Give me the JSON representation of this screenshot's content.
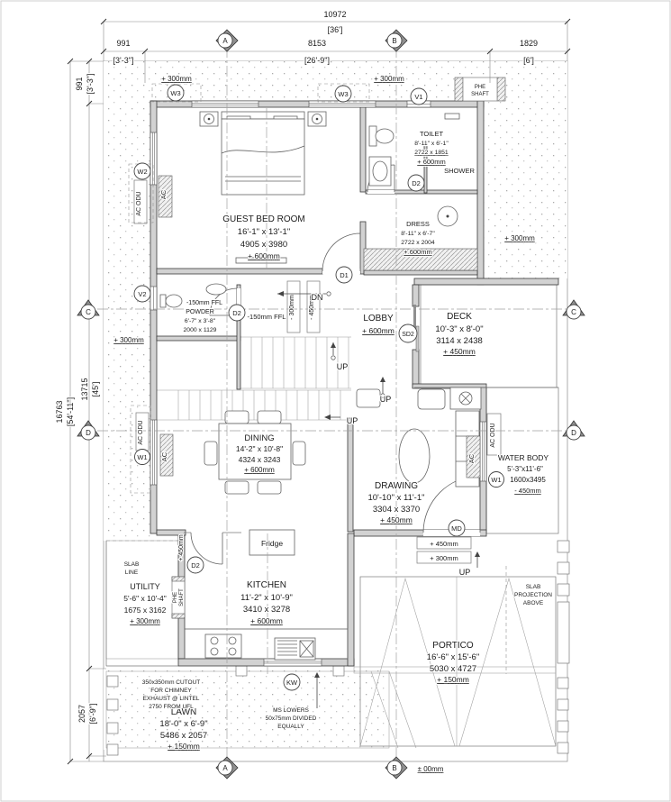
{
  "dims": {
    "top_overall_mm": "10972",
    "top_overall_ft": "[36']",
    "seg1_mm": "991",
    "seg1_ft": "[3'-3\"]",
    "seg2_mm": "8153",
    "seg2_ft": "[26'-9\"]",
    "seg3_mm": "1829",
    "seg3_ft": "[6']",
    "left_overall_mm": "16763",
    "left_overall_ft": "[54'-11\"]",
    "lseg1_mm": "991",
    "lseg1_ft": "[3'-3\"]",
    "lseg2_mm": "13715",
    "lseg2_ft": "[45']",
    "lseg3_mm": "2057",
    "lseg3_ft": "[6'-9\"]",
    "datum": "± 00mm"
  },
  "rooms": {
    "guest_bed": {
      "name": "GUEST BED ROOM",
      "ft": "16'-1\" x 13'-1\"",
      "mm": "4905 x 3980",
      "level": "+ 600mm"
    },
    "toilet": {
      "name": "TOILET",
      "ft": "8'-11\" x 6'-1\"",
      "mm": "2722 x 1851",
      "level": "+ 600mm"
    },
    "shower": {
      "name": "SHOWER"
    },
    "dress": {
      "name": "DRESS",
      "ft": "8'-11\" x 6'-7\"",
      "mm": "2722 x 2004",
      "level": "+ 600mm"
    },
    "powder": {
      "name": "POWDER",
      "ft": "6'-7\" x 3'-8\"",
      "mm": "2000 x 1129",
      "ffl": "-150mm FFL"
    },
    "lobby": {
      "name": "LOBBY",
      "level": "+ 600mm"
    },
    "deck": {
      "name": "DECK",
      "ft": "10'-3\" x 8'-0\"",
      "mm": "3114 x 2438",
      "level": "+ 450mm"
    },
    "dining": {
      "name": "DINING",
      "ft": "14'-2\" x 10'-8\"",
      "mm": "4324 x 3243",
      "level": "+ 600mm"
    },
    "drawing": {
      "name": "DRAWING",
      "ft": "10'-10\" x 11'-1\"",
      "mm": "3304 x 3370",
      "level": "+ 450mm"
    },
    "water_body": {
      "name": "WATER BODY",
      "ft": "5'-3\"x11'-6\"",
      "mm": "1600x3495",
      "level": "- 450mm"
    },
    "kitchen": {
      "name": "KITCHEN",
      "ft": "11'-2\" x 10'-9\"",
      "mm": "3410 x 3278",
      "level": "+ 600mm"
    },
    "utility": {
      "name": "UTILITY",
      "ft": "5'-6\" x 10'-4\"",
      "mm": "1675 x 3162",
      "level": "+ 300mm"
    },
    "lawn": {
      "name": "LAWN",
      "ft": "18'-0\" x 6'-9\"",
      "mm": "5486 x 2057",
      "level": "+ 150mm"
    },
    "portico": {
      "name": "PORTICO",
      "ft": "16'-6\" x 15'-6\"",
      "mm": "5030 x 4727",
      "level": "+ 150mm"
    }
  },
  "levels": {
    "plus300": "+ 300mm",
    "plus450": "+ 450mm",
    "minus300": "- 300mm",
    "minus450": "- 450mm"
  },
  "labels": {
    "ac": "AC",
    "ac_odu": "AC ODU",
    "phe": "PHE",
    "shaft": "SHAFT",
    "fridge": "Fridge",
    "up": "UP",
    "dn": "DN",
    "ffl": "-150mm FFL",
    "slab": "SLAB",
    "line": "LINE",
    "projection": "PROJECTION",
    "above": "ABOVE",
    "ms1": "MS LOWERS",
    "ms2": "50x75mm DIVIDED",
    "ms3": "EQUALLY",
    "ch1": "350x350mm CUTOUT",
    "ch2": "FOR CHIMNEY",
    "ch3": "EXHAUST @ LINTEL",
    "ch4": "2750 FROM UFL"
  },
  "openings": {
    "w1": "W1",
    "w2": "W2",
    "w3": "W3",
    "v1": "V1",
    "v2": "V2",
    "d1": "D1",
    "d2": "D2",
    "sd2": "SD2",
    "md": "MD",
    "kw": "KW"
  },
  "grid": {
    "a": "A",
    "b": "B",
    "c": "C",
    "d": "D"
  }
}
